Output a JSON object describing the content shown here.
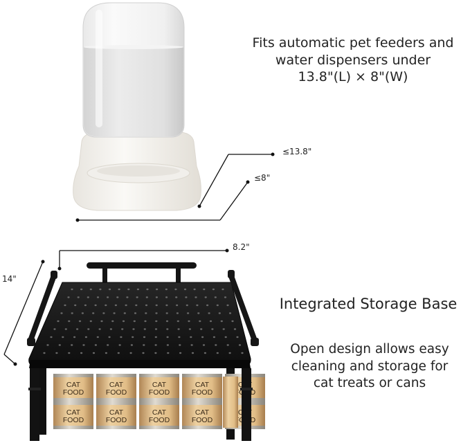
{
  "fits_text": {
    "line1": "Fits automatic pet feeders and",
    "line2": "water dispensers under",
    "line3": "13.8\"(L) × 8\"(W)"
  },
  "dimensions": {
    "feeder_length": "≤13.8\"",
    "feeder_width": "≤8\"",
    "stand_width": "8.2\"",
    "stand_depth": "14\""
  },
  "storage": {
    "title": "Integrated Storage Base",
    "desc_line1": "Open design allows easy",
    "desc_line2": "cleaning and storage for",
    "desc_line3": "cat treats or cans"
  },
  "cans": {
    "label_line1": "CAT",
    "label_line2": "FOOD",
    "columns": 5,
    "rows": 2
  },
  "colors": {
    "stand": "#141414",
    "can_label": "#e6c48f",
    "can_metal": "#c9c2b4",
    "water": "#dcdcdc"
  }
}
